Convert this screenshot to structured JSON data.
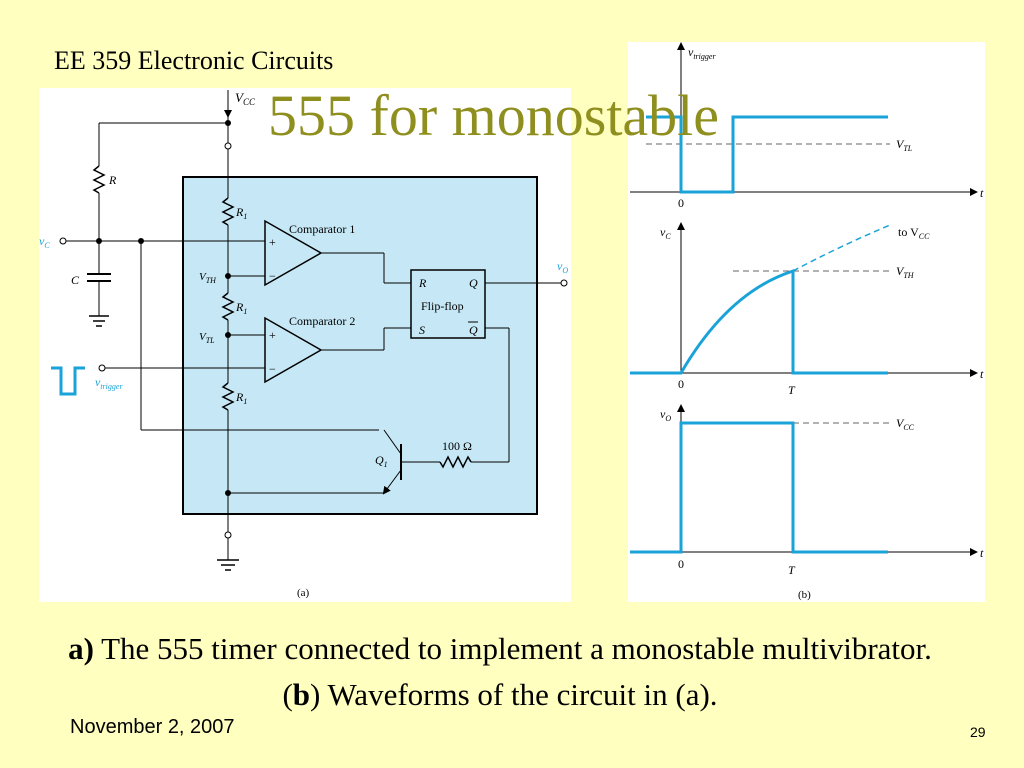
{
  "header": {
    "course": "EE 359 Electronic Circuits"
  },
  "slide": {
    "title": "555 for monostable"
  },
  "circuit": {
    "vcc": "V",
    "vcc_sub": "CC",
    "r_label": "R",
    "c_label": "C",
    "vc_label": "v",
    "vc_sub": "C",
    "vtrigger_label": "v",
    "vtrigger_sub": "trigger",
    "r1_label": "R",
    "r1_sub": "1",
    "vth_label": "V",
    "vth_sub": "TH",
    "vtl_label": "V",
    "vtl_sub": "TL",
    "comparator1": "Comparator 1",
    "comparator2": "Comparator 2",
    "plus": "+",
    "minus": "−",
    "flipflop": "Flip-flop",
    "ff_r": "R",
    "ff_s": "S",
    "ff_q": "Q",
    "ff_qbar": "Q",
    "vo_label": "v",
    "vo_sub": "O",
    "q1_label": "Q",
    "q1_sub": "1",
    "resistor_100": "100 Ω",
    "panel_label": "(a)",
    "color_chip": "#c6e8f6",
    "color_signal": "#1aa3d9"
  },
  "waveforms": {
    "trigger_label": "v",
    "trigger_sub": "trigger",
    "vtl_label": "V",
    "vtl_sub": "TL",
    "vc_label": "v",
    "vc_sub": "C",
    "to_vcc": "to V",
    "to_vcc_sub": "CC",
    "vth_label": "V",
    "vth_sub": "TH",
    "vo_label": "v",
    "vo_sub": "O",
    "vcc_label": "V",
    "vcc_sub": "CC",
    "t_axis": "t",
    "zero": "0",
    "T": "T",
    "panel_label": "(b)",
    "color_signal": "#1aa3d9"
  },
  "caption": {
    "a_bold": "a)",
    "part1": " The 555 timer connected to implement a monostable multivibrator. (",
    "b_bold": "b",
    "part2": ") Waveforms of the circuit in (a)."
  },
  "footer": {
    "date": "November 2,  2007",
    "page": "29"
  }
}
